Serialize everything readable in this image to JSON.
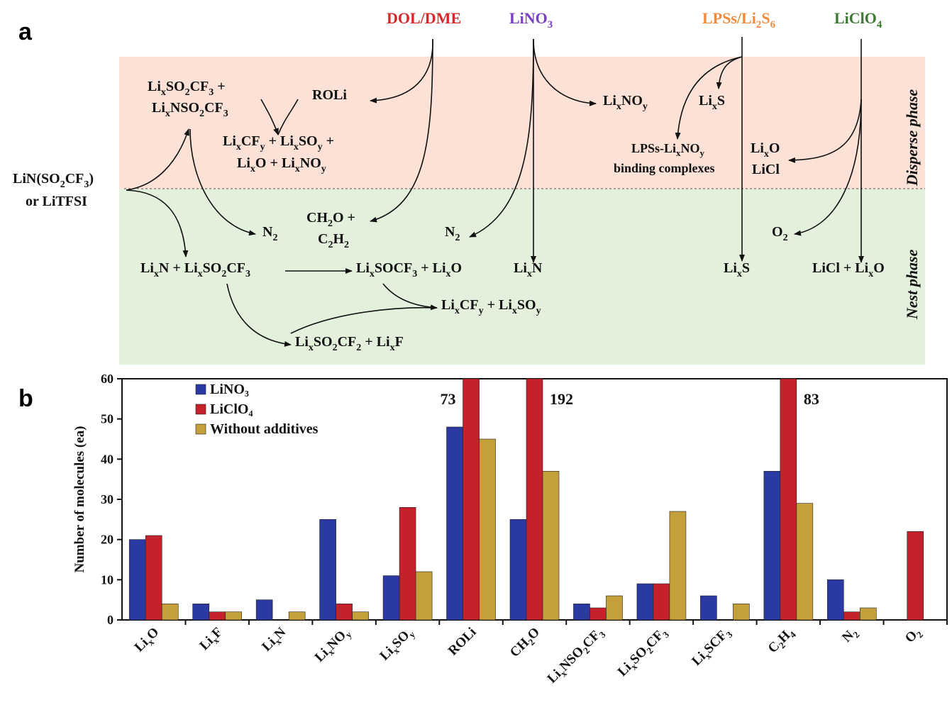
{
  "panel_a": {
    "label": "a",
    "headers": {
      "dol_dme": "DOL/DME",
      "lino3": "LiNO",
      "lino3_sub": "3",
      "lps": "LPSs/Li",
      "lps_sub": "2",
      "lps_tail": "S",
      "lps_sub2": "6",
      "liclo4": "LiClO",
      "liclo4_sub": "4"
    },
    "colors": {
      "dol_dme": "#d62a2a",
      "lino3": "#7a3fc2",
      "lps": "#f08a3c",
      "liclo4": "#3f7a35",
      "disperse_bg": "#fbe1d6",
      "nest_bg": "#e3f0dc"
    },
    "phases": {
      "disperse": "Disperse phase",
      "nest": "Nest phase"
    },
    "source": {
      "line1": "LiN(SO",
      "line1_sub": "2",
      "line1_tail": "CF",
      "line1_sub2": "3",
      "line1_end": ")",
      "line2": "or LiTFSI"
    }
  },
  "panel_b": {
    "label": "b"
  },
  "chart_data": {
    "type": "bar",
    "categories": [
      "LixO",
      "LixF",
      "LixN",
      "LixNOy",
      "LixSOy",
      "ROLi",
      "CH2O",
      "LixNSO2CF3",
      "LixSO2CF3",
      "LixSCF3",
      "C2H4",
      "N2",
      "O2"
    ],
    "series": [
      {
        "name": "LiNO₃",
        "color": "#2b3aa3",
        "values": [
          20,
          4,
          5,
          25,
          11,
          48,
          25,
          4,
          9,
          6,
          37,
          10,
          0
        ]
      },
      {
        "name": "LiClO₄",
        "color": "#c4212b",
        "values": [
          21,
          2,
          0,
          4,
          28,
          73,
          192,
          3,
          9,
          0,
          83,
          2,
          22
        ]
      },
      {
        "name": "Without additives",
        "color": "#c4a03a",
        "values": [
          4,
          2,
          2,
          2,
          12,
          45,
          37,
          6,
          27,
          4,
          29,
          3,
          0
        ]
      }
    ],
    "ylabel": "Number of molecules (ea)",
    "ylim": [
      0,
      60
    ],
    "yticks": [
      0,
      10,
      20,
      30,
      40,
      50,
      60
    ],
    "annotations": [
      "73",
      "192",
      "83"
    ],
    "legend": "top-left"
  }
}
